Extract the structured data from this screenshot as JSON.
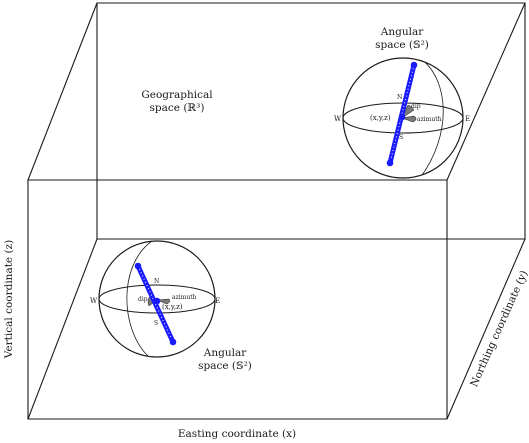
{
  "labels": {
    "geographical_line1": "Geographical",
    "geographical_line2": "space (ℝ³)",
    "angular_top_line1": "Angular",
    "angular_top_line2": "space (𝕊²)",
    "angular_bottom_line1": "Angular",
    "angular_bottom_line2": "space (𝕊²)",
    "easting_axis": "Easting coordinate (x)",
    "vertical_axis": "Vertical coordinate (z)",
    "northing_axis": "Northing coordinate (y)"
  },
  "sphere_top": {
    "north": "N",
    "south": "S",
    "west": "W",
    "east": "E",
    "dip": "dip",
    "azimuth": "azimuth",
    "point": "(x,y,z)"
  },
  "sphere_bottom": {
    "north": "N",
    "south": "S",
    "west": "W",
    "east": "E",
    "dip": "dip",
    "azimuth": "azimuth",
    "point": "(x,y,z)"
  },
  "colors": {
    "line": "#1a1a1a",
    "vector": "#1a1aff",
    "angle_fill": "#7a7a7a"
  }
}
